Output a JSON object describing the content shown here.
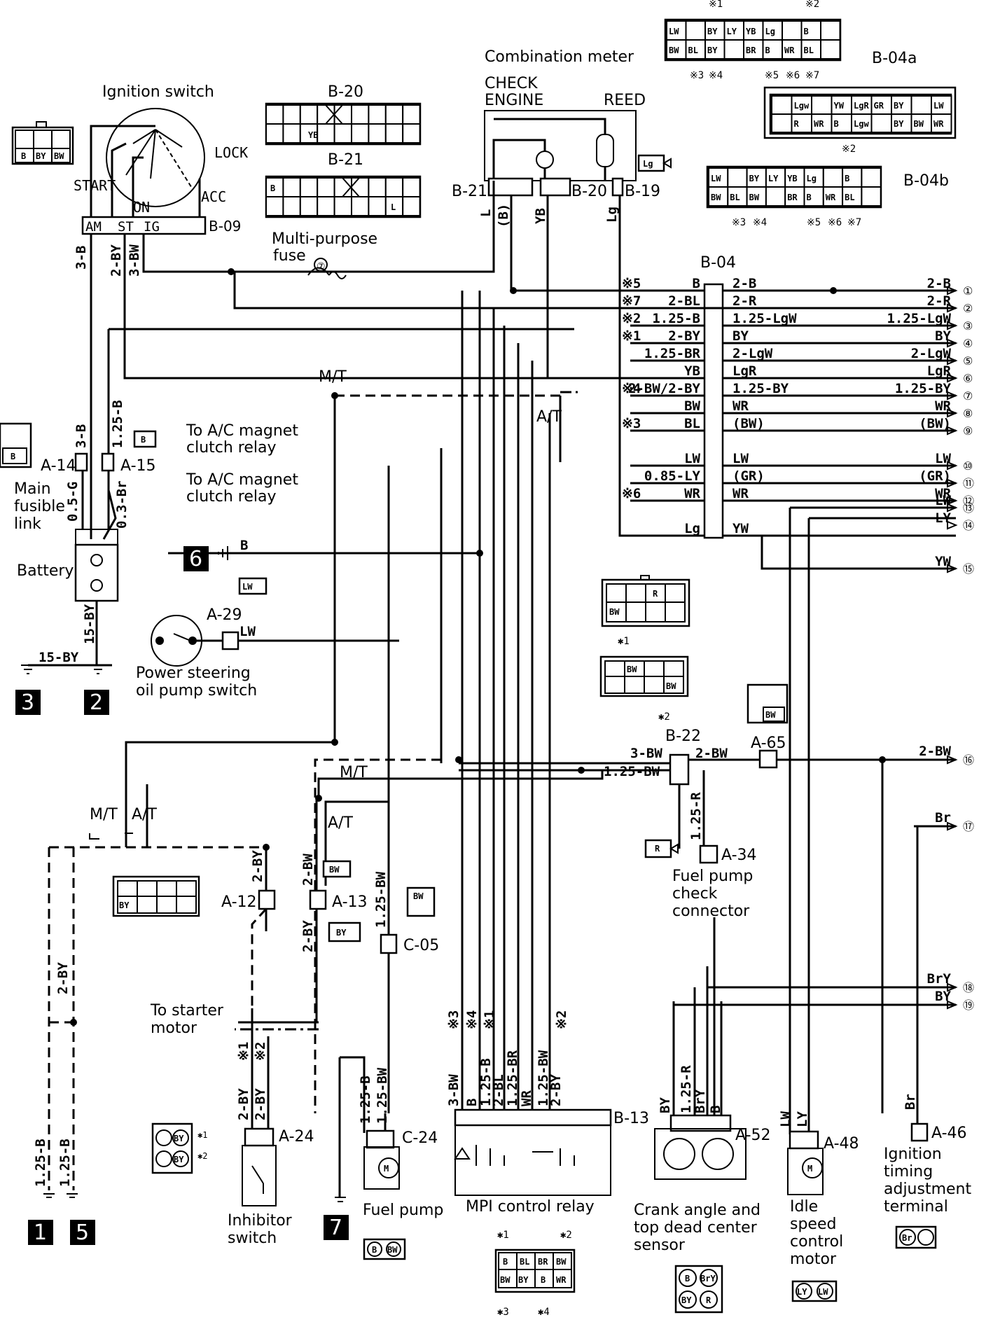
{
  "components": {
    "ignition_switch": {
      "label": "Ignition switch",
      "lock": "LOCK",
      "start": "START",
      "on": "ON",
      "acc": "ACC",
      "terminals": [
        "AM",
        "ST",
        "IG"
      ],
      "conn": "B-09"
    },
    "combination_meter": {
      "label": "Combination meter",
      "check_engine": [
        "CHECK",
        "ENGINE"
      ],
      "reed": "REED"
    },
    "multi_purpose_fuse": {
      "label": [
        "Multi-purpose",
        "fuse"
      ],
      "number": "⑦"
    },
    "battery": {
      "label": "Battery"
    },
    "main_fusible_link": {
      "label": [
        "Main",
        "fusible",
        "link"
      ]
    },
    "ac_relay_1": {
      "label": [
        "To A/C magnet",
        "clutch relay"
      ]
    },
    "ac_relay_2": {
      "label": [
        "To A/C magnet",
        "clutch relay"
      ]
    },
    "ps_switch": {
      "label": [
        "Power steering",
        "oil pump switch"
      ],
      "conn": "A-29"
    },
    "fuel_pump_check": {
      "label": [
        "Fuel pump",
        "check",
        "connector"
      ],
      "conn": "A-34"
    },
    "starter": {
      "label": [
        "To starter",
        "motor"
      ]
    },
    "inhibitor": {
      "label": [
        "Inhibitor",
        "switch"
      ],
      "conn": "A-24"
    },
    "fuel_pump": {
      "label": "Fuel pump",
      "conn": "C-24"
    },
    "mpi_relay": {
      "label": "MPI control relay",
      "conn": "B-13"
    },
    "crank_sensor": {
      "label": [
        "Crank angle and",
        "top dead center",
        "sensor"
      ],
      "conn": "A-52"
    },
    "isc_motor": {
      "label": [
        "Idle",
        "speed",
        "control",
        "motor"
      ],
      "conn": "A-48"
    },
    "ignition_timing": {
      "label": [
        "Ignition",
        "timing",
        "adjustment",
        "terminal"
      ],
      "conn": "A-46"
    }
  },
  "connectors": [
    "B-20",
    "B-21",
    "B-19",
    "B-04",
    "B-04a",
    "B-04b",
    "B-22",
    "A-14",
    "A-15",
    "A-65",
    "A-12",
    "A-13",
    "C-05"
  ],
  "grounds": [
    "1",
    "5",
    "3",
    "2",
    "6",
    "7"
  ],
  "mt": "M/T",
  "at": "A/T",
  "b04_rows": [
    {
      "mark": "※5",
      "left": "B",
      "right": "2-B",
      "end": "2-B",
      "n": "①"
    },
    {
      "mark": "※7",
      "left": "2-BL",
      "right": "2-R",
      "end": "2-R",
      "n": "②"
    },
    {
      "mark": "※2",
      "left": "1.25-B",
      "right": "1.25-LgW",
      "end": "1.25-LgW",
      "n": "③"
    },
    {
      "mark": "※1",
      "left": "2-BY",
      "right": "BY",
      "end": "BY",
      "n": "④"
    },
    {
      "mark": "",
      "left": "1.25-BR",
      "right": "2-LgW",
      "end": "2-LgW",
      "n": "⑤"
    },
    {
      "mark": "",
      "left": "YB",
      "right": "LgR",
      "end": "LgR",
      "n": "⑥"
    },
    {
      "mark": "※4",
      "left": "2-BW/2-BY",
      "right": "1.25-BY",
      "end": "1.25-BY",
      "n": "⑦"
    },
    {
      "mark": "",
      "left": "BW",
      "right": "WR",
      "end": "WR",
      "n": "⑧"
    },
    {
      "mark": "※3",
      "left": "BL",
      "right": "(BW)",
      "end": "(BW)",
      "n": "⑨"
    },
    {
      "mark": "",
      "left": "LW",
      "right": "LW",
      "end": "LW",
      "n": "⑩"
    },
    {
      "mark": "",
      "left": "0.85-LY",
      "right": "(GR)",
      "end": "(GR)",
      "n": "⑪"
    },
    {
      "mark": "※6",
      "left": "WR",
      "right": "WR",
      "end": "WR",
      "n": "⑫"
    },
    {
      "mark": "",
      "left": "",
      "right": "",
      "end": "LW",
      "n": "⑬"
    },
    {
      "mark": "",
      "left": "Lg",
      "right": "YW",
      "end": "LY",
      "n": "⑭"
    },
    {
      "mark": "",
      "left": "",
      "right": "",
      "end": "YW",
      "n": "⑮"
    }
  ],
  "right_extra": [
    {
      "end": "2-BW",
      "n": "⑯"
    },
    {
      "end": "Br",
      "n": "⑰"
    },
    {
      "end": "BrY",
      "n": "⑱"
    },
    {
      "end": "BY",
      "n": "⑲"
    }
  ],
  "wires": {
    "w3b": "3-B",
    "w2by": "2-BY",
    "w3bw": "3-BW",
    "w125b": "1.25-B",
    "w3b2": "3-B",
    "w05g": "0.5-G",
    "w03br": "0.3-Br",
    "w15by": "15-BY",
    "w15by2": "15-BY",
    "l": "L",
    "b_paren": "(B)",
    "yb": "YB",
    "lg": "Lg",
    "b6": "B",
    "lw_ps": "LW",
    "b22_3bw": "3-BW",
    "b22_2bw": "2-BW",
    "b22_125bw": "1.25-BW",
    "a34_125r": "1.25-R",
    "a12_2by": "2-BY",
    "a13_2bw": "2-BW",
    "a13_2by": "2-BY",
    "c05_125bw": "1.25-BW",
    "left_2by": "2-BY",
    "g_125b1": "1.25-B",
    "g_125b2": "1.25-B",
    "inh_2by1": "2-BY",
    "inh_2by2": "2-BY",
    "inh_m1": "※1",
    "inh_m2": "※2",
    "fp_125b": "1.25-B",
    "fp_125bw": "1.25-BW",
    "mpi": [
      "3-BW",
      "B",
      "1.25-B",
      "2-BL",
      "1.25-BR",
      "WR",
      "1.25-BW",
      "2-BY"
    ],
    "mpi_marks": [
      "※3",
      "※4",
      "※1",
      "※2"
    ],
    "crank": [
      "BY",
      "1.25-R",
      "BrY",
      "B"
    ],
    "isc": [
      "LW",
      "LY"
    ],
    "ign_br": "Br"
  },
  "conn_b04a": {
    "marks_top": [
      "※1",
      "※2"
    ],
    "row1": [
      "LW",
      "",
      "BY",
      "LY",
      "YB",
      "Lg",
      "",
      "B",
      ""
    ],
    "row2": [
      "BW",
      "BL",
      "BY",
      "",
      "BR",
      "B",
      "WR",
      "BL",
      ""
    ],
    "marks_bot": [
      "※3",
      "※4",
      "※5",
      "※6",
      "※7"
    ]
  },
  "conn_mid": {
    "row1": [
      "",
      "Lgw",
      "",
      "YW",
      "LgR",
      "GR",
      "BY",
      "",
      "LW"
    ],
    "row2": [
      "",
      "R",
      "WR",
      "B",
      "Lgw",
      "",
      "BY",
      "BW",
      "WR"
    ]
  },
  "conn_b04b": {
    "mark_top": "※2",
    "row1": [
      "LW",
      "",
      "BY",
      "LY",
      "YB",
      "Lg",
      "",
      "B",
      ""
    ],
    "row2": [
      "BW",
      "BL",
      "BW",
      "",
      "BR",
      "B",
      "WR",
      "BL",
      ""
    ],
    "marks_bot": [
      "※3",
      "※4",
      "※5",
      "※6",
      "※7"
    ]
  },
  "conn_b20": {
    "cells": [
      "YB"
    ]
  },
  "conn_b21": {
    "cells": [
      "B",
      "L"
    ]
  },
  "conn_ign": [
    "B",
    "BY",
    "BW"
  ],
  "conn_misc": {
    "lg": "Lg",
    "b": "B",
    "lw": "LW",
    "a34r": "R",
    "bw": "BW",
    "by": "BY",
    "bw2": "BW",
    "by2": "BY",
    "r": "R",
    "bw3": "BW",
    "bw4": "BW",
    "bw5": "BW",
    "by3": "BY",
    "by4": "BY",
    "star1": "✱1",
    "star2": "✱2"
  },
  "conn_mpi": {
    "row1": [
      "B",
      "BL",
      "BR",
      "BW"
    ],
    "row2": [
      "BW",
      "BY",
      "B",
      "WR"
    ],
    "m": [
      "✱1",
      "✱2",
      "✱3",
      "✱4"
    ]
  },
  "conn_crank": [
    "B",
    "BrY",
    "BY",
    "R"
  ],
  "conn_isc": [
    "LY",
    "LW"
  ],
  "conn_fp": [
    "B",
    "BW"
  ],
  "conn_ign_t": [
    "Br"
  ]
}
